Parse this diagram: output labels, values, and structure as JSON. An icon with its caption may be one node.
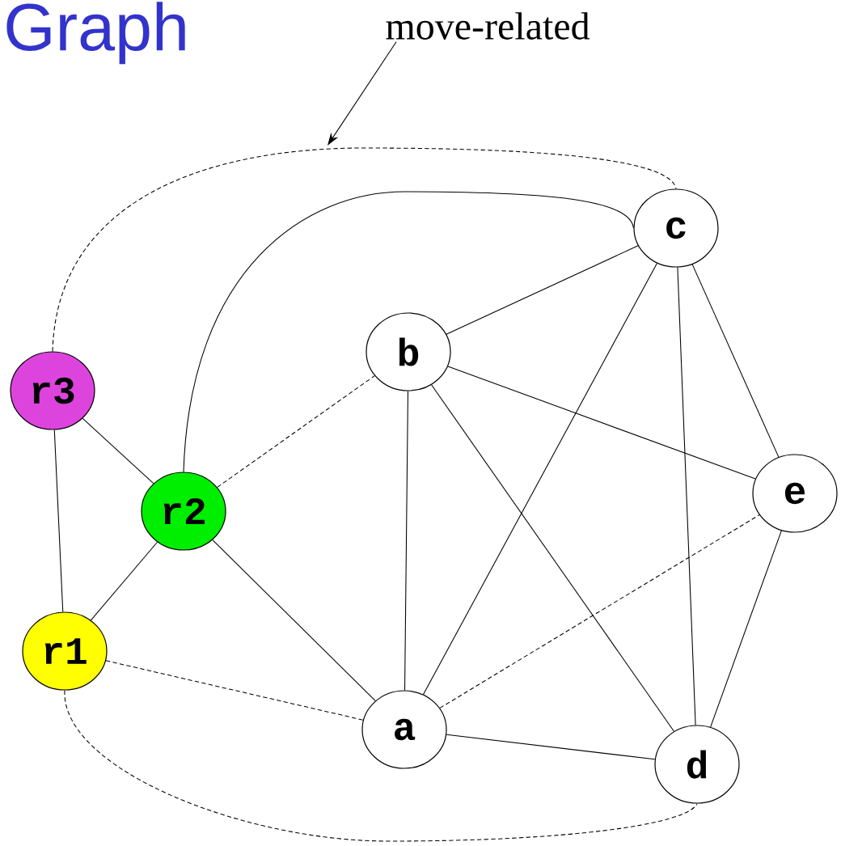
{
  "diagram": {
    "title": "Graph",
    "nodes": [
      {
        "text": [
          "move-related"
        ]
      },
      {
        "text": [
          "c"
        ]
      },
      {
        "text": [
          "b"
        ]
      },
      {
        "text": [
          "r3"
        ]
      },
      {
        "text": [
          "r2"
        ]
      },
      {
        "text": [
          "e"
        ]
      },
      {
        "text": [
          "r1"
        ]
      },
      {
        "text": [
          "a"
        ]
      },
      {
        "text": [
          "d"
        ]
      }
    ],
    "edges": [
      {
        "from": 0,
        "to": null,
        "arrow": "to"
      },
      {
        "from": 3,
        "to": 4,
        "arrow": "none"
      },
      {
        "from": 3,
        "to": 6,
        "arrow": "none"
      },
      {
        "from": 4,
        "to": 6,
        "arrow": "none"
      },
      {
        "from": 4,
        "to": 7,
        "arrow": "none"
      },
      {
        "from": 4,
        "to": 1,
        "arrow": "none"
      },
      {
        "from": 2,
        "to": 1,
        "arrow": "none"
      },
      {
        "from": 2,
        "to": 7,
        "arrow": "none"
      },
      {
        "from": 2,
        "to": 5,
        "arrow": "none"
      },
      {
        "from": 2,
        "to": 8,
        "arrow": "none"
      },
      {
        "from": 1,
        "to": 7,
        "arrow": "none"
      },
      {
        "from": 1,
        "to": 8,
        "arrow": "none"
      },
      {
        "from": 1,
        "to": 5,
        "arrow": "none"
      },
      {
        "from": 5,
        "to": 8,
        "arrow": "none"
      },
      {
        "from": 7,
        "to": 8,
        "arrow": "none"
      },
      {
        "from": 4,
        "to": 2,
        "arrow": "none",
        "style": "dashed"
      },
      {
        "from": 6,
        "to": 7,
        "arrow": "none",
        "style": "dashed"
      },
      {
        "from": 7,
        "to": 5,
        "arrow": "none",
        "style": "dashed"
      },
      {
        "from": 3,
        "to": 1,
        "arrow": "none",
        "style": "dashed"
      },
      {
        "from": 6,
        "to": 8,
        "arrow": "none",
        "style": "dashed"
      }
    ]
  }
}
